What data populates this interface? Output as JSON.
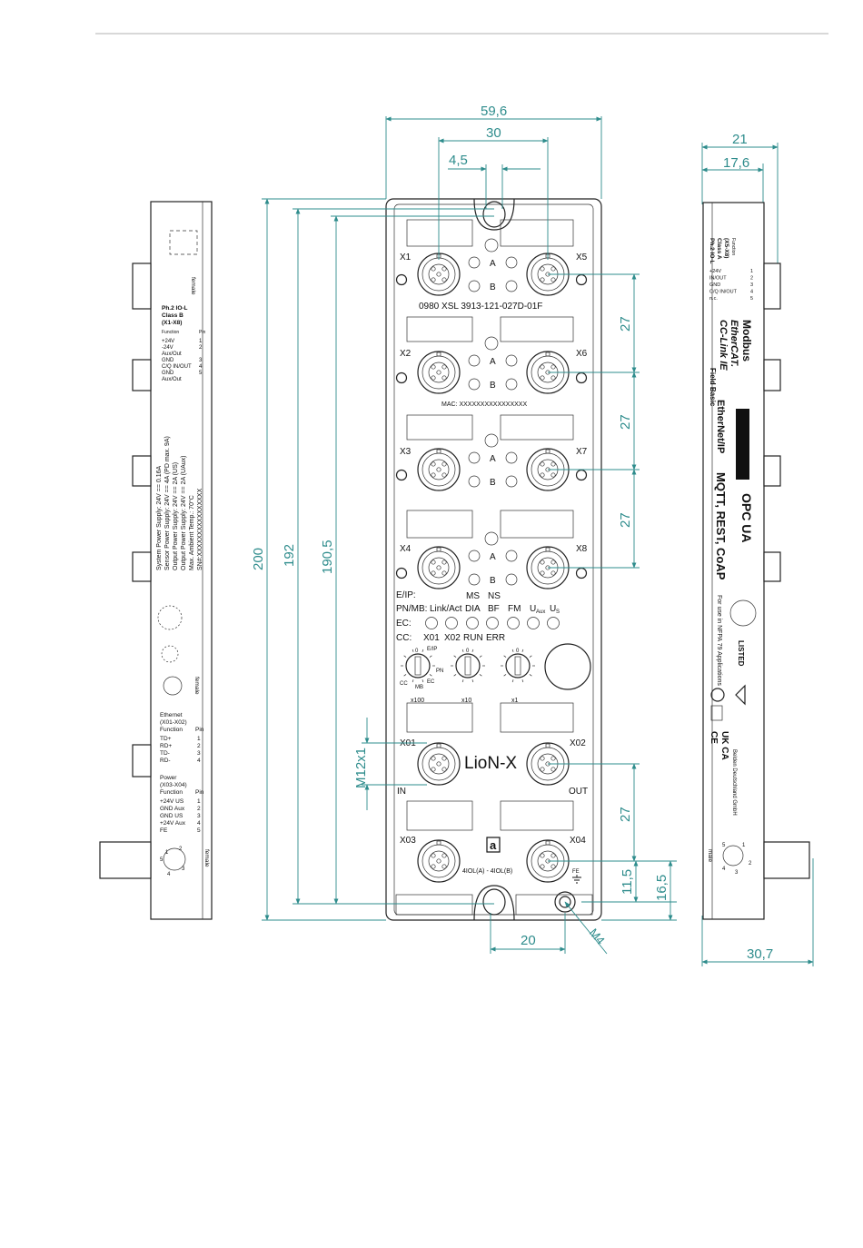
{
  "front": {
    "ports": {
      "x1": "X1",
      "x5": "X5",
      "x2": "X2",
      "x6": "X6",
      "x3": "X3",
      "x7": "X7",
      "x4": "X4",
      "x8": "X8",
      "x01": "X01",
      "x02": "X02",
      "x03": "X03",
      "x04": "X04"
    },
    "led_a": "A",
    "led_b": "B",
    "model": "0980 XSL 3913-121-027D-01F",
    "mac": "MAC: XXXXXXXXXXXXXXXX",
    "status": {
      "eip": "E/IP:",
      "pnmb": "PN/MB:",
      "linkact": "Link/Act",
      "ec": "EC:",
      "cc": "CC:",
      "x01": "X01",
      "x02": "X02",
      "ms": "MS",
      "dia": "DIA",
      "run": "RUN",
      "ns": "NS",
      "bf": "BF",
      "err": "ERR",
      "fm": "FM",
      "uaux": "U",
      "uaux_sub": "Aux",
      "us": "U",
      "us_sub": "S"
    },
    "dial": {
      "zero": "0",
      "eip": "E/IP",
      "pn": "PN",
      "cc": "CC",
      "mb": "MB",
      "ec": "EC",
      "x100": "x100",
      "x10": "x10",
      "x1": "x1"
    },
    "brand": "LioN-X",
    "in_label": "IN",
    "out_label": "OUT",
    "iol_label": "4IOL(A) - 4IOL(B)",
    "fe_label": "FE",
    "logo": "a"
  },
  "dims": {
    "w596": "59,6",
    "w30": "30",
    "w45": "4,5",
    "h200": "200",
    "h192": "192",
    "h1905": "190,5",
    "p27a": "27",
    "p27b": "27",
    "p27c": "27",
    "p27d": "27",
    "m12": "M12x1",
    "h115": "11,5",
    "h165": "16,5",
    "w20": "20",
    "m4": "M4",
    "w21": "21",
    "w176": "17,6",
    "w307": "30,7"
  },
  "left_side": {
    "female_top": "female",
    "code_title": "Ph.2 IO-L",
    "code_class": "Class B",
    "code_ports": "(X1-X8)",
    "pin_head": [
      "Function",
      "Pin"
    ],
    "pins": [
      [
        "+24V",
        "1"
      ],
      [
        "-24V",
        "2"
      ],
      [
        "Aux/Out",
        ""
      ],
      [
        "GND",
        "3"
      ],
      [
        "C/Q IN/OUT",
        "4"
      ],
      [
        "GND",
        "5"
      ],
      [
        "Aux/Out",
        ""
      ]
    ],
    "supply": [
      "System Power Supply: 24V == 0.16A",
      "Sensor Power Supply: 24V == 4A (PD max. 9A)",
      "Output Power Supply: 24V == 2A (US)",
      "Output Power Supply: 24V == 2A (UAux)",
      "Max. Ambient Temp.: 70°C",
      "SN#:XXXXXXXXXXXXXXXX"
    ],
    "female_mid": "female",
    "ethernet": {
      "title": "Ethernet",
      "ports": "(X01-X02)",
      "head": [
        "Function",
        "Pin"
      ],
      "rows": [
        [
          "TD+",
          "1"
        ],
        [
          "RD+",
          "2"
        ],
        [
          "TD-",
          "3"
        ],
        [
          "RD-",
          "4"
        ]
      ]
    },
    "power": {
      "title": "Power",
      "ports": "(X03-X04)",
      "head": [
        "Function",
        "Pin"
      ],
      "rows": [
        [
          "+24V US",
          "1"
        ],
        [
          "GND Aux",
          "2"
        ],
        [
          "GND US",
          "3"
        ],
        [
          "+24V Aux",
          "4"
        ],
        [
          "FE",
          "5"
        ]
      ]
    },
    "female_bot": "female",
    "pin_nums": [
      "1",
      "2",
      "3",
      "4",
      "5"
    ]
  },
  "right_side": {
    "code_title": "Ph.2 IO-L",
    "code_class": "Class A",
    "code_ports": "(X5-X8)",
    "pin_head": [
      "Function",
      "Pin"
    ],
    "pins": [
      [
        "+24V",
        "1"
      ],
      [
        "IN/OUT",
        "2"
      ],
      [
        "GND",
        "3"
      ],
      [
        "C/Q IN/OUT",
        "4"
      ],
      [
        "n.c.",
        "5"
      ]
    ],
    "protocols": [
      "Modbus",
      "EtherCAT.",
      "CC-Link IE",
      "Field Basic"
    ],
    "eip": "EtherNet/IP",
    "opc": "OPC UA",
    "mqtt": "MQTT, REST, CoAP",
    "ul_listed": "LISTED",
    "ul_text": "For use in NFPA 79 Applications",
    "ce": "CE",
    "ukca": "UK CA",
    "maker": "Belden Deutschland GmbH",
    "male": "male",
    "pin_nums": [
      "1",
      "2",
      "3",
      "4",
      "5"
    ]
  }
}
